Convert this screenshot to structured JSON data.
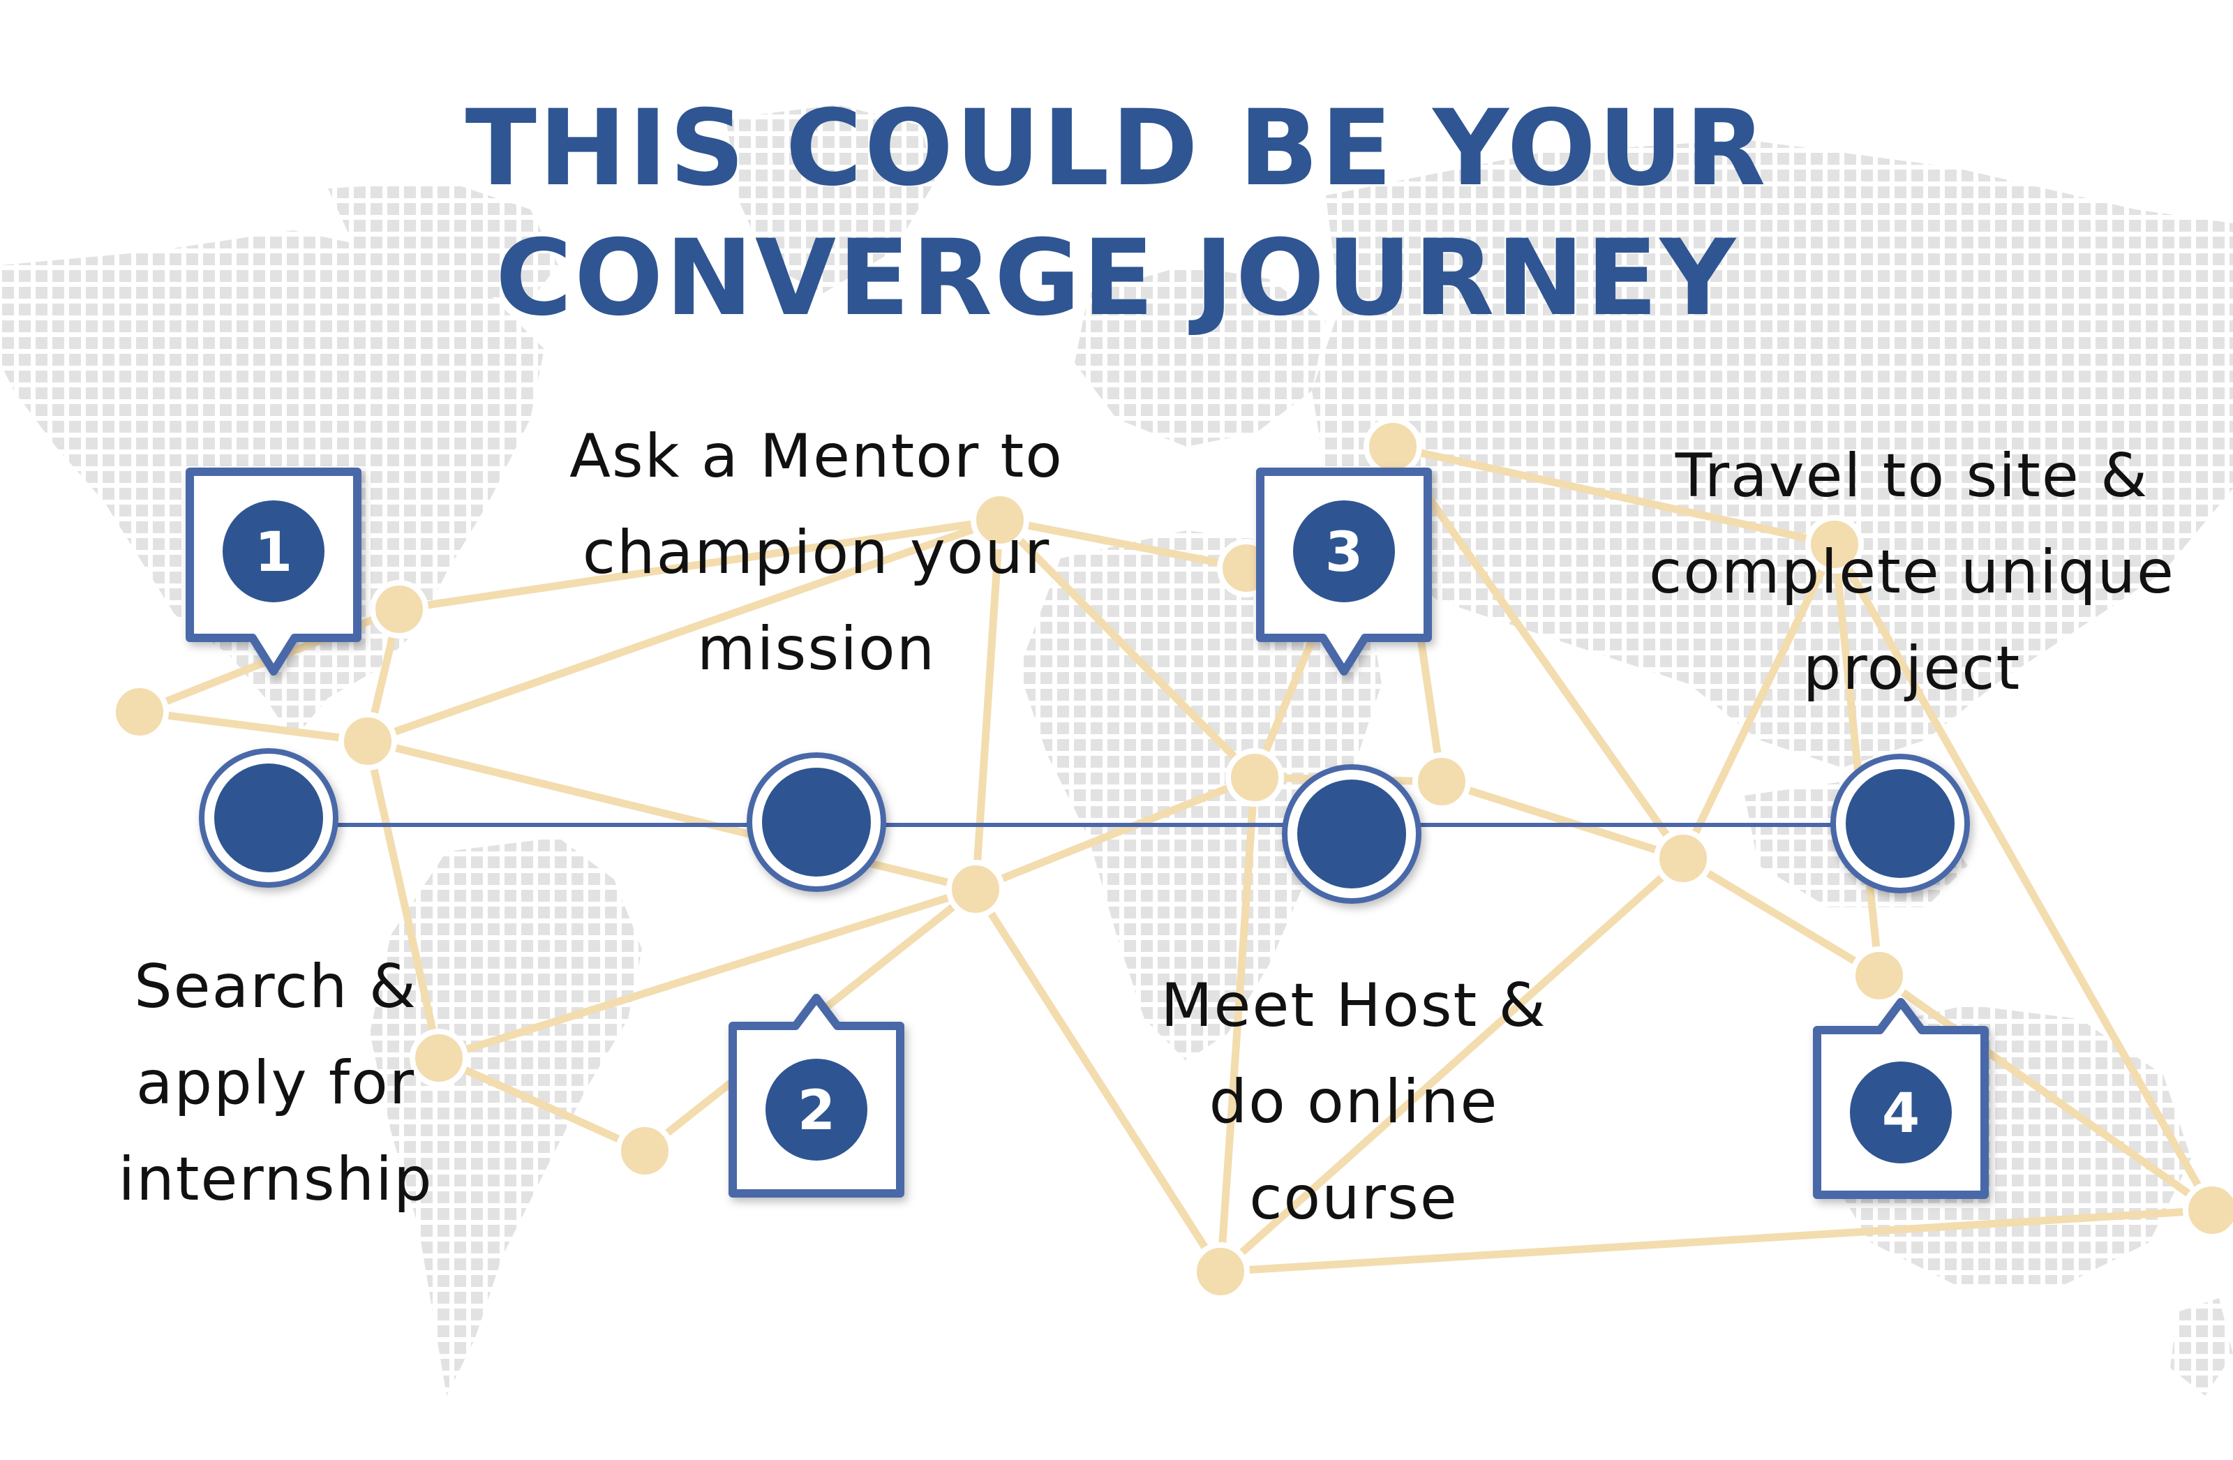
{
  "title": {
    "line1": "THIS COULD BE YOUR",
    "line2": "CONVERGE JOURNEY"
  },
  "steps": [
    {
      "number": "1",
      "lines": [
        "Search &",
        "apply for",
        "internship"
      ]
    },
    {
      "number": "2",
      "lines": [
        "Ask a Mentor to",
        "champion your",
        "mission"
      ]
    },
    {
      "number": "3",
      "lines": [
        "Meet Host &",
        "do online",
        "course"
      ]
    },
    {
      "number": "4",
      "lines": [
        "Travel to site &",
        "complete unique",
        "project"
      ]
    }
  ],
  "colors": {
    "primary_blue": "#2f5592",
    "network_tan": "#f3dcae",
    "map_gray": "#e3e3e3",
    "text": "#111111"
  },
  "icons": [
    "callout-marker-icon",
    "timeline-node-icon",
    "world-map-dots"
  ]
}
